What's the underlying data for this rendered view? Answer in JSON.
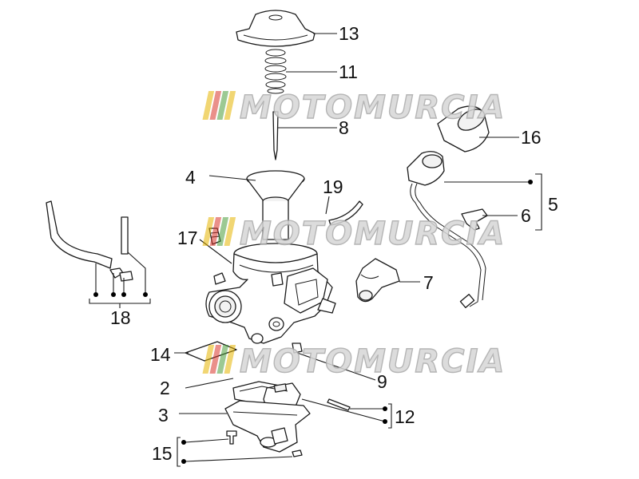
{
  "watermark": {
    "text": "MOTOMURCIA",
    "stripe_colors": [
      "#e6b400",
      "#d9342a",
      "#4a9c3b",
      "#e6b400"
    ]
  },
  "callouts": {
    "c1": "13",
    "c2": "11",
    "c3": "8",
    "c4": "16",
    "c5": "4",
    "c6": "19",
    "c7": "5",
    "c8": "6",
    "c9": "17",
    "c10": "7",
    "c11": "18",
    "c12": "14",
    "c13": "9",
    "c14": "2",
    "c15": "12",
    "c16": "3",
    "c17": "15"
  },
  "colors": {
    "line": "#1a1a1a",
    "background": "#ffffff"
  }
}
